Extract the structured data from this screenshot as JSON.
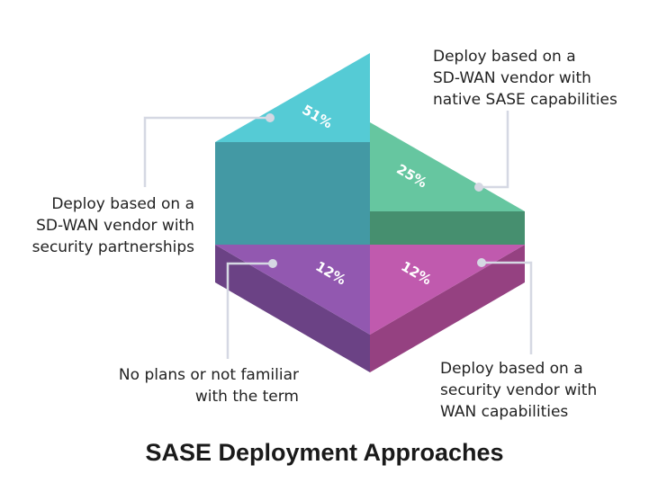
{
  "title": "SASE Deployment Approaches",
  "segments": [
    {
      "id": "sdwan-security-partnerships",
      "value": "51%",
      "label_lines": [
        "Deploy based on a",
        "SD-WAN vendor with",
        "security partnerships"
      ],
      "color_top": "#55cbd5",
      "color_side": "#4399a4"
    },
    {
      "id": "sdwan-native-sase",
      "value": "25%",
      "label_lines": [
        "Deploy based on a",
        "SD-WAN vendor with",
        "native SASE capabilities"
      ],
      "color_top": "#66c6a0",
      "color_side": "#468f6f"
    },
    {
      "id": "no-plans",
      "value": "12%",
      "label_lines": [
        "No plans or not familiar",
        "with the term"
      ],
      "color_top": "#9258b0",
      "color_side": "#6b4285"
    },
    {
      "id": "security-vendor-wan",
      "value": "12%",
      "label_lines": [
        "Deploy based on a",
        "security vendor with",
        "WAN capabilities"
      ],
      "color_top": "#c05aae",
      "color_side": "#954181"
    }
  ],
  "chart_data": {
    "type": "pie",
    "title": "SASE Deployment Approaches",
    "categories": [
      "Deploy based on a SD-WAN vendor with security partnerships",
      "Deploy based on a SD-WAN vendor with native SASE capabilities",
      "No plans or not familiar with the term",
      "Deploy based on a security vendor with WAN capabilities"
    ],
    "values": [
      51,
      25,
      12,
      12
    ]
  }
}
